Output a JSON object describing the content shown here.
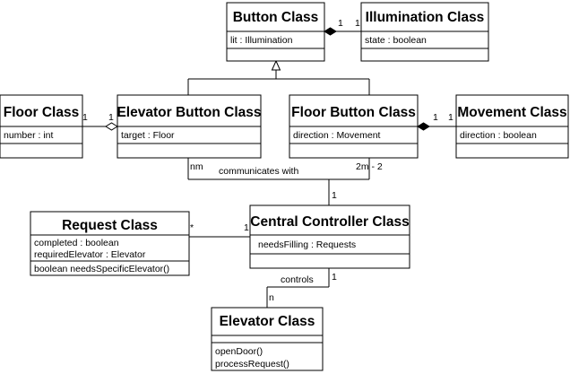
{
  "classes": {
    "button": {
      "name": "Button Class",
      "attrs": [
        "lit : Illumination"
      ],
      "ops": []
    },
    "illumination": {
      "name": "Illumination Class",
      "attrs": [
        "state : boolean"
      ],
      "ops": []
    },
    "floor": {
      "name": "Floor Class",
      "attrs": [
        "number : int"
      ],
      "ops": []
    },
    "elevator_button": {
      "name": "Elevator Button Class",
      "attrs": [
        "target : Floor"
      ],
      "ops": []
    },
    "floor_button": {
      "name": "Floor Button Class",
      "attrs": [
        "direction : Movement"
      ],
      "ops": []
    },
    "movement": {
      "name": "Movement Class",
      "attrs": [
        "direction : boolean"
      ],
      "ops": []
    },
    "request": {
      "name": "Request Class",
      "attrs": [
        "completed : boolean",
        "requiredElevator : Elevator"
      ],
      "ops": [
        "boolean needsSpecificElevator()"
      ]
    },
    "central_controller": {
      "name": "Central Controller Class",
      "attrs": [
        "needsFilling : Requests"
      ],
      "ops": []
    },
    "elevator": {
      "name": "Elevator Class",
      "attrs": [],
      "ops": [
        "openDoor()",
        "processRequest()"
      ]
    }
  },
  "associations": {
    "button_illumination": {
      "from_mult": "1",
      "to_mult": "1"
    },
    "floor_elevator_button": {
      "from_mult": "1",
      "to_mult": "1"
    },
    "floor_button_movement": {
      "from_mult": "1",
      "to_mult": "1"
    },
    "communicates": {
      "label": "communicates with",
      "left_mult": "nm",
      "right_mult": "2m - 2",
      "controller_mult": "1"
    },
    "request_controller": {
      "from_mult": "*",
      "to_mult": "1"
    },
    "controls": {
      "label": "controls",
      "controller_mult": "1",
      "elevator_mult": "n"
    }
  }
}
